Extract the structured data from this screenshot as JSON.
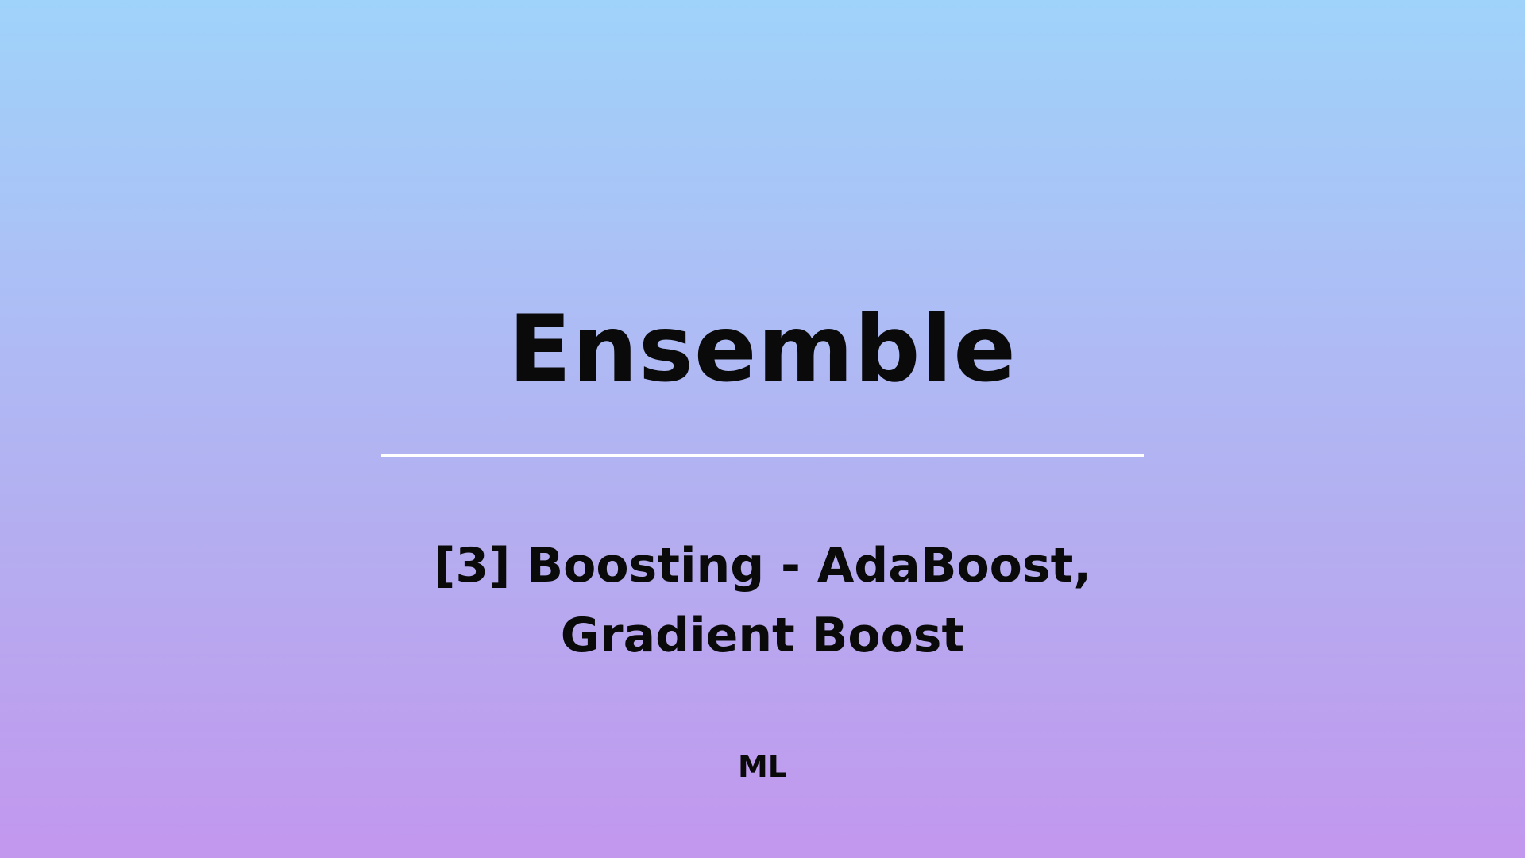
{
  "slide": {
    "title": "Ensemble",
    "subtitle_line1": "[3] Boosting - AdaBoost,",
    "subtitle_line2": "Gradient Boost",
    "footer": "ML",
    "colors": {
      "gradient_top": "#9fd3fa",
      "gradient_bottom": "#c297ee",
      "divider": "#ffffff",
      "text": "#0a0a0a"
    }
  }
}
